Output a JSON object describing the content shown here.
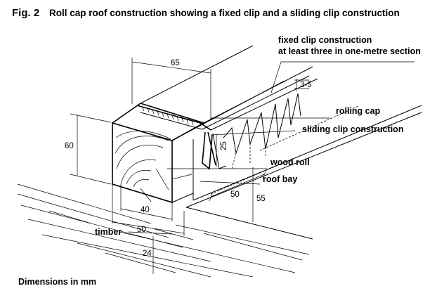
{
  "figure": {
    "number": "Fig. 2",
    "title": "Roll cap roof construction showing a fixed clip and a sliding clip construction",
    "units_note": "Dimensions in mm"
  },
  "labels": {
    "fixed_clip_line1": "fixed clip construction",
    "fixed_clip_line2": "at least three in one-metre section",
    "rolling_cap": "rolling cap",
    "sliding_clip": "sliding clip construction",
    "wood_roll": "wood roll",
    "roof_bay": "roof bay",
    "timber": "timber"
  },
  "dimensions": {
    "roll_top_width": "65",
    "roll_height": "60",
    "clip_height": "25",
    "roll_base_width": "40",
    "cap_base_width": "50",
    "timber_thickness": "24",
    "sliding_clip_spacing": "50",
    "upstand_height": "55",
    "fixed_clip_tooth": "3-5"
  }
}
